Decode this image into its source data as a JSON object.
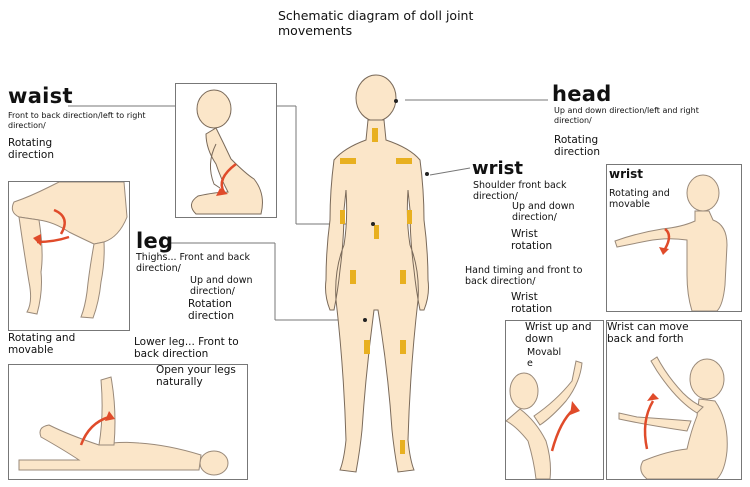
{
  "title": "Schematic diagram of doll joint movements",
  "waist": {
    "heading": "waist",
    "desc1": "Front to back direction/left to right direction/",
    "desc2": "Rotating direction"
  },
  "head": {
    "heading": "head",
    "desc1": "Up and down direction/left and right direction/",
    "desc2": "Rotating direction"
  },
  "wrist_center": {
    "heading": "wrist",
    "desc1": "Shoulder front back direction/",
    "desc2": "Up and down direction/",
    "desc3": "Wrist rotation",
    "desc4": "Hand timing and front to back direction/",
    "desc5": "Wrist rotation"
  },
  "wrist_panel": {
    "heading": "wrist",
    "desc": "Rotating and movable"
  },
  "leg": {
    "heading": "leg",
    "desc1": "Thighs... Front and back direction/",
    "desc2": "Up and down direction/",
    "desc3": "Rotation direction",
    "desc4": "Rotating and movable",
    "desc5": "Lower leg... Front to back direction",
    "desc6": "Open your legs naturally"
  },
  "wrist_updown": {
    "label": "Wrist up and down",
    "movable": "Movabl e"
  },
  "wrist_backforth": {
    "label": "Wrist can move back and forth"
  },
  "colors": {
    "skin": "#fbe6c9",
    "outline": "#7a6a5a",
    "arrow": "#e04b2a",
    "joint": "#e8b020",
    "panel_border": "#777777"
  }
}
